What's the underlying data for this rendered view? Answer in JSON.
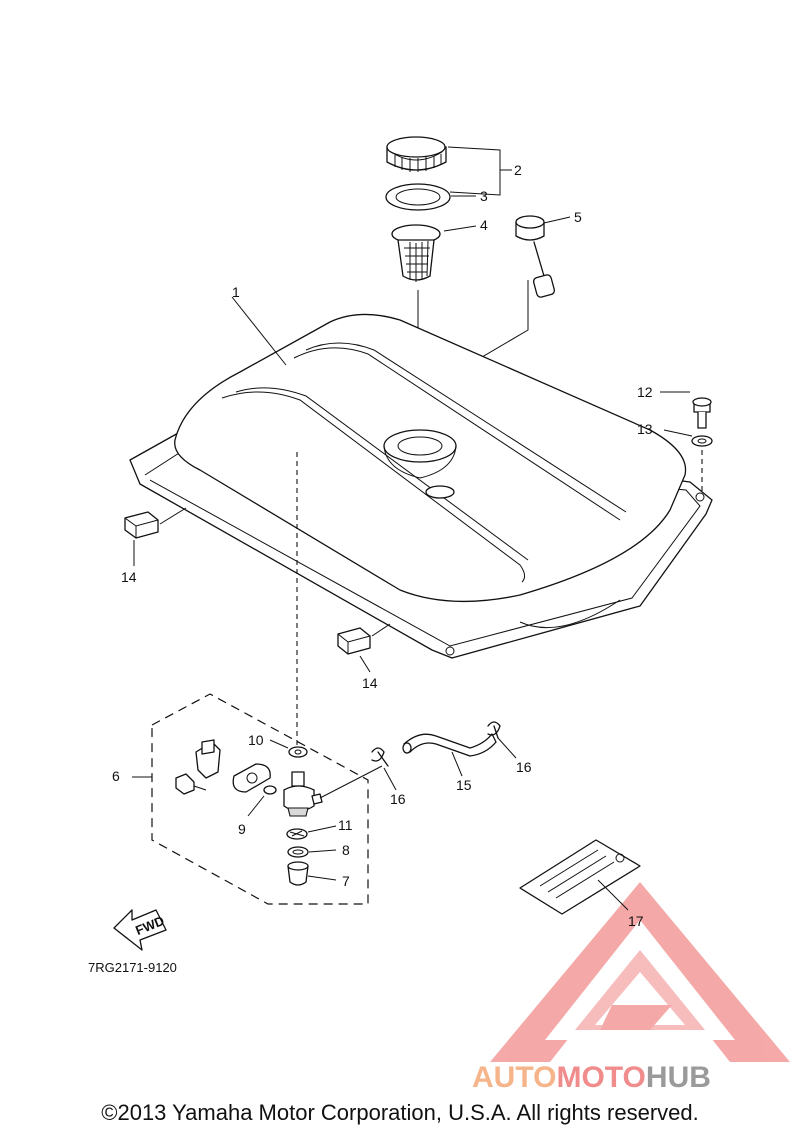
{
  "callouts": {
    "c1": "1",
    "c2": "2",
    "c3": "3",
    "c4": "4",
    "c5": "5",
    "c6": "6",
    "c7": "7",
    "c8": "8",
    "c9": "9",
    "c10": "10",
    "c11": "11",
    "c12": "12",
    "c13": "13",
    "c14a": "14",
    "c14b": "14",
    "c15": "15",
    "c16a": "16",
    "c16b": "16",
    "c17": "17"
  },
  "fwd_label": "FWD",
  "diagram_code": "7RG2171-9120",
  "watermark": {
    "part1": "AUTO",
    "part2": "MOTO",
    "part3": "HUB",
    "color1": "#f5b48a",
    "color2": "#f08c8c",
    "color3": "#9a9a9a"
  },
  "copyright": "©2013 Yamaha Motor Corporation, U.S.A. All rights reserved."
}
